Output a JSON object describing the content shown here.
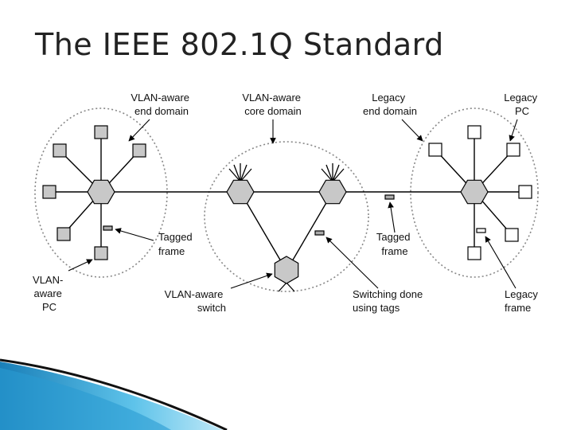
{
  "slide": {
    "title": "The IEEE 802.1Q Standard"
  },
  "diagram": {
    "labels": {
      "vlan_end_domain": [
        "VLAN-aware",
        "end domain"
      ],
      "vlan_core_domain": [
        "VLAN-aware",
        "core domain"
      ],
      "legacy_end_domain": [
        "Legacy",
        "end domain"
      ],
      "legacy_pc": [
        "Legacy",
        "PC"
      ],
      "tagged_frame_left": [
        "Tagged",
        "frame"
      ],
      "tagged_frame_right": [
        "Tagged",
        "frame"
      ],
      "vlan_aware_pc": [
        "VLAN-",
        "aware",
        "PC"
      ],
      "vlan_aware_switch": [
        "VLAN-aware",
        "switch"
      ],
      "switching_done": [
        "Switching done",
        "using tags"
      ],
      "legacy_frame": [
        "Legacy",
        "frame"
      ]
    },
    "colors": {
      "switch_fill": "#c8c8c8",
      "vlan_pc_fill": "#c8c8c8",
      "legacy_pc_fill": "#ffffff",
      "line": "#000000",
      "domain_outline": "#888888",
      "footer_blue": "#1f8fc4"
    }
  }
}
